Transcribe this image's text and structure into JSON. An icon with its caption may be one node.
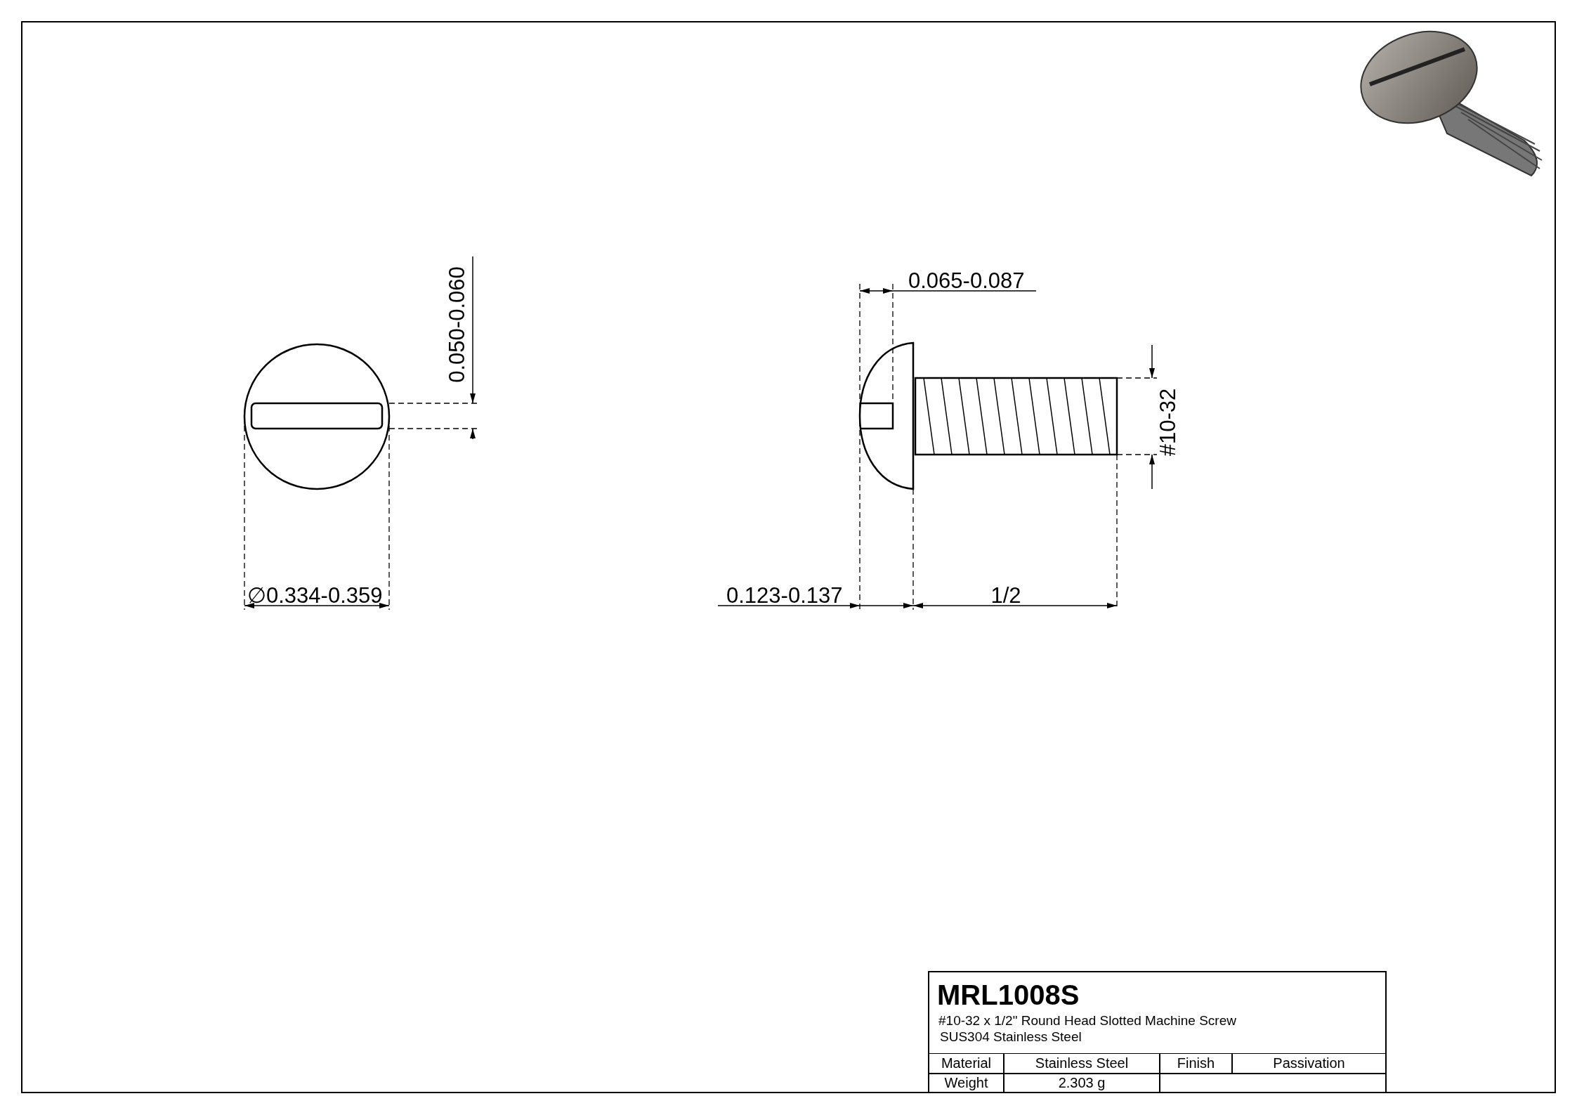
{
  "diagram": {
    "labels": [
      "0.050-0.060",
      "0.065-0.087",
      "#10-32",
      "∅0.334-0.359",
      "0.123-0.137",
      "1/2",
      "MRL1008S",
      "#10-32 x 1/2\" Round Head Slotted Machine Screw",
      "SUS304 Stainless Steel",
      "Material",
      "Stainless Steel",
      "Finish",
      "Passivation",
      "Weight",
      "2.303 g"
    ]
  }
}
